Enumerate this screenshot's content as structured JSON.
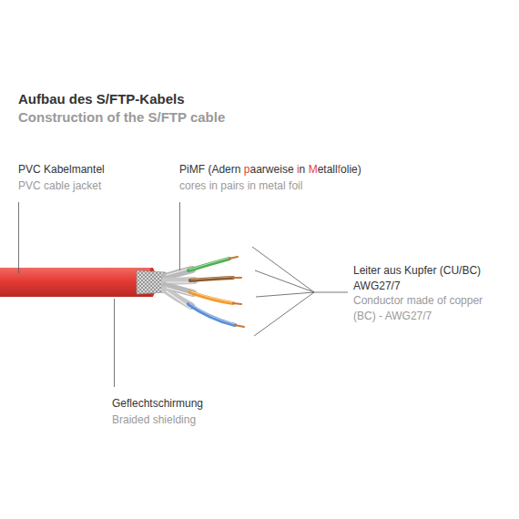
{
  "diagram": {
    "title": "Aufbau des S/FTP-Kabels",
    "labels": [
      "Construction of the S/FTP cable",
      "PVC Kabelmantel",
      "PVC cable jacket",
      "PiMF (Adern paarweise in Metallfolie)",
      "cores in pairs in metal foil",
      "Leiter aus Kupfer (CU/BC) AWG27/7",
      "Conductor made of copper (BC) - AWG27/7",
      "Geflechtschirmung",
      "Braided shielding"
    ]
  }
}
